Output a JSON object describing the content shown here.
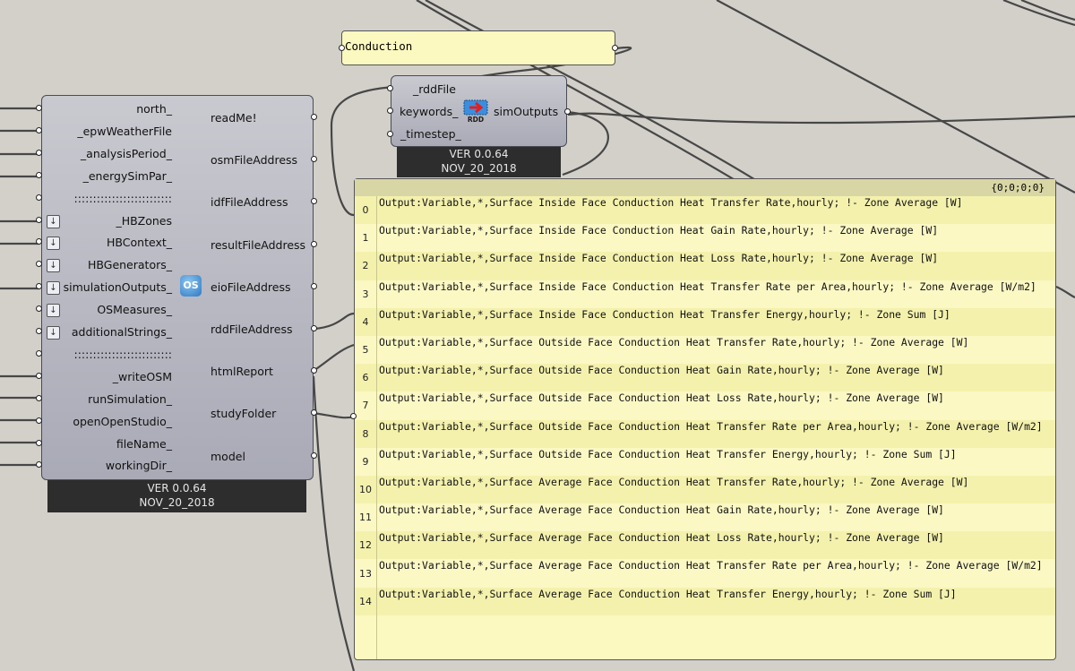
{
  "main_component": {
    "inputs": [
      "north_",
      "_epwWeatherFile",
      "_analysisPeriod_",
      "_energySimPar_",
      "::::::::::::::::::::::::::",
      "_HBZones",
      "HBContext_",
      "HBGenerators_",
      "simulationOutputs_",
      "OSMeasures_",
      "additionalStrings_",
      "::::::::::::::::::::::::::",
      "_writeOSM",
      "runSimulation_",
      "openOpenStudio_",
      "fileName_",
      "workingDir_"
    ],
    "outputs": [
      "readMe!",
      "osmFileAddress",
      "idfFileAddress",
      "resultFileAddress",
      "eioFileAddress",
      "rddFileAddress",
      "htmlReport",
      "studyFolder",
      "model"
    ],
    "icon_label": "OS",
    "version": "VER 0.0.64",
    "date": "NOV_20_2018"
  },
  "rdd_component": {
    "inputs": [
      "_rddFile",
      "keywords_",
      "_timestep_"
    ],
    "outputs": [
      "simOutputs"
    ],
    "icon_label": "RDD",
    "version": "VER 0.0.64",
    "date": "NOV_20_2018"
  },
  "conduction_panel": {
    "text": "Conduction"
  },
  "output_panel": {
    "path": "{0;0;0;0}",
    "items": [
      {
        "index": "0",
        "text": "Output:Variable,*,Surface Inside Face Conduction Heat Transfer Rate,hourly; !- Zone Average [W]"
      },
      {
        "index": "1",
        "text": "Output:Variable,*,Surface Inside Face Conduction Heat Gain Rate,hourly; !- Zone Average [W]"
      },
      {
        "index": "2",
        "text": "Output:Variable,*,Surface Inside Face Conduction Heat Loss Rate,hourly; !- Zone Average [W]"
      },
      {
        "index": "3",
        "text": "Output:Variable,*,Surface Inside Face Conduction Heat Transfer Rate per Area,hourly; !- Zone Average [W/m2]"
      },
      {
        "index": "4",
        "text": "Output:Variable,*,Surface Inside Face Conduction Heat Transfer Energy,hourly; !- Zone Sum [J]"
      },
      {
        "index": "5",
        "text": "Output:Variable,*,Surface Outside Face Conduction Heat Transfer Rate,hourly; !- Zone Average [W]"
      },
      {
        "index": "6",
        "text": "Output:Variable,*,Surface Outside Face Conduction Heat Gain Rate,hourly; !- Zone Average [W]"
      },
      {
        "index": "7",
        "text": "Output:Variable,*,Surface Outside Face Conduction Heat Loss Rate,hourly; !- Zone Average [W]"
      },
      {
        "index": "8",
        "text": "Output:Variable,*,Surface Outside Face Conduction Heat Transfer Rate per Area,hourly; !- Zone Average [W/m2]"
      },
      {
        "index": "9",
        "text": "Output:Variable,*,Surface Outside Face Conduction Heat Transfer Energy,hourly; !- Zone Sum [J]"
      },
      {
        "index": "10",
        "text": "Output:Variable,*,Surface Average Face Conduction Heat Transfer Rate,hourly; !- Zone Average [W]"
      },
      {
        "index": "11",
        "text": "Output:Variable,*,Surface Average Face Conduction Heat Gain Rate,hourly; !- Zone Average [W]"
      },
      {
        "index": "12",
        "text": "Output:Variable,*,Surface Average Face Conduction Heat Loss Rate,hourly; !- Zone Average [W]"
      },
      {
        "index": "13",
        "text": "Output:Variable,*,Surface Average Face Conduction Heat Transfer Rate per Area,hourly; !- Zone Average [W/m2]"
      },
      {
        "index": "14",
        "text": "Output:Variable,*,Surface Average Face Conduction Heat Transfer Energy,hourly; !- Zone Sum [J]"
      }
    ]
  },
  "colors": {
    "canvas": "#d3d0ca",
    "component": "#b7b8c2",
    "panel": "#fbf8c0",
    "wire": "#4a4a4a"
  }
}
